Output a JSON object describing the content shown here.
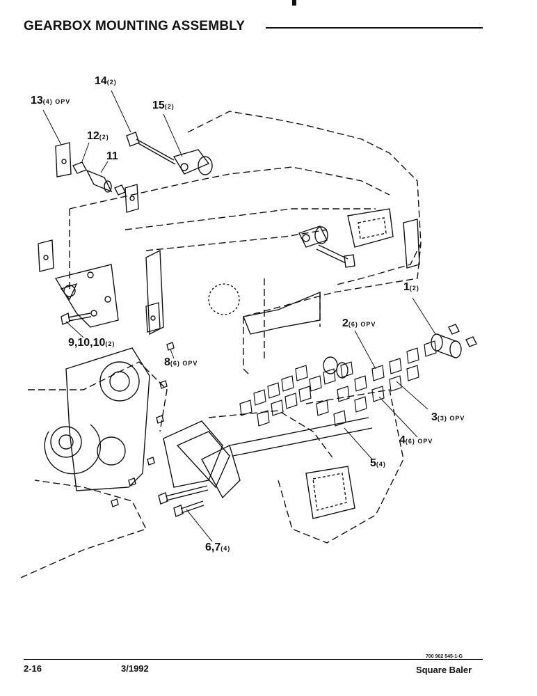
{
  "header": {
    "title": "GEARBOX MOUNTING ASSEMBLY"
  },
  "callouts": [
    {
      "id": "14",
      "label": "14",
      "qty": "(2)"
    },
    {
      "id": "13",
      "label": "13",
      "qty": "(4) OPV"
    },
    {
      "id": "15",
      "label": "15",
      "qty": "(2)"
    },
    {
      "id": "12",
      "label": "12",
      "qty": "(2)"
    },
    {
      "id": "11",
      "label": "11",
      "qty": ""
    },
    {
      "id": "1",
      "label": "1",
      "qty": "(2)"
    },
    {
      "id": "2",
      "label": "2",
      "qty": "(6) OPV"
    },
    {
      "id": "9",
      "label": "9,10,10",
      "qty": "(2)"
    },
    {
      "id": "8",
      "label": "8",
      "qty": "(6) OPV"
    },
    {
      "id": "3",
      "label": "3",
      "qty": "(3) OPV"
    },
    {
      "id": "4",
      "label": "4",
      "qty": "(6) OPV"
    },
    {
      "id": "5",
      "label": "5",
      "qty": "(4)"
    },
    {
      "id": "6",
      "label": "6,7",
      "qty": "(4)"
    }
  ],
  "footer": {
    "page_number": "2-16",
    "date": "3/1992",
    "doc_code": "700 902 545-1-G",
    "product": "Square Baler"
  }
}
